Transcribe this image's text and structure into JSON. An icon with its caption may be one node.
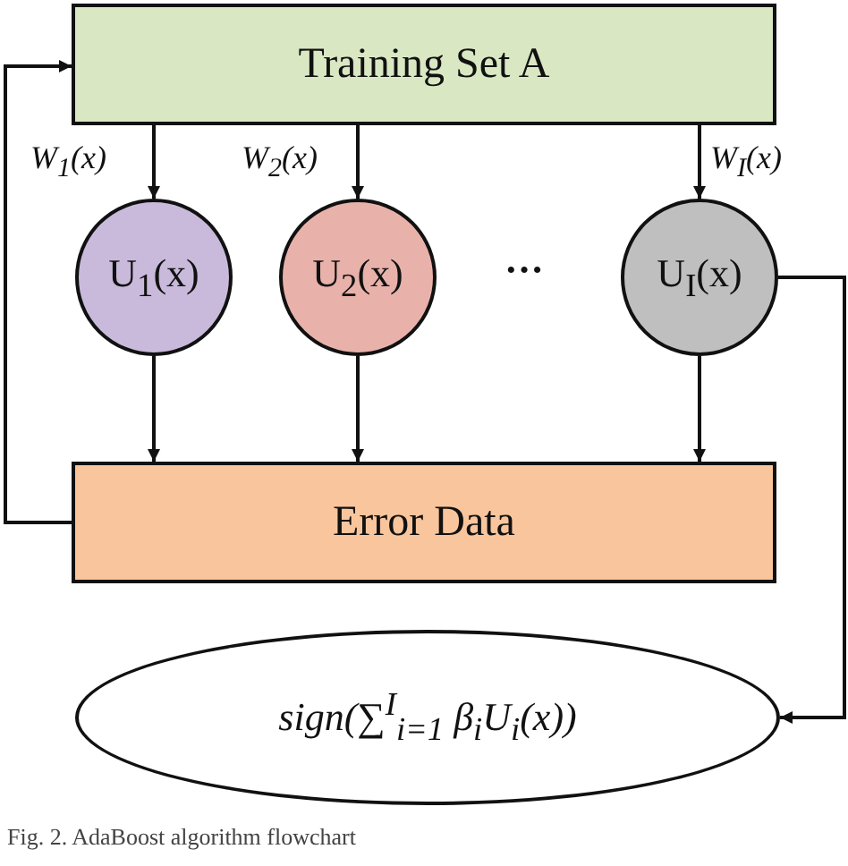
{
  "diagram": {
    "caption": "Fig. 2. AdaBoost algorithm flowchart",
    "nodes": [
      {
        "text": [
          "Training Set A"
        ]
      },
      {
        "text": [
          "U$_{1}$(x)"
        ]
      },
      {
        "text": [
          "U$_{2}$(x)"
        ]
      },
      {
        "text": [
          "U$_{I}$(x)"
        ]
      },
      {
        "text": [
          "Error Data"
        ]
      },
      {
        "text": [
          "sign(∑$^{I}$$_{i=1}$ β$_{i}$U$_{i}$(x))"
        ]
      }
    ],
    "edges": [
      {
        "from": 0,
        "to": 1,
        "arrow": "to",
        "label": "W$_{1}$(x)"
      },
      {
        "from": 0,
        "to": 2,
        "arrow": "to",
        "label": "W$_{2}$(x)"
      },
      {
        "from": 0,
        "to": 3,
        "arrow": "to",
        "label": "W$_{I}$(x)"
      },
      {
        "from": 1,
        "to": 4,
        "arrow": "to"
      },
      {
        "from": 2,
        "to": 4,
        "arrow": "to"
      },
      {
        "from": 3,
        "to": 4,
        "arrow": "to"
      },
      {
        "from": 4,
        "to": 0,
        "arrow": "to"
      },
      {
        "from": 3,
        "to": 5,
        "arrow": "to"
      }
    ],
    "labels": [
      "···"
    ]
  }
}
